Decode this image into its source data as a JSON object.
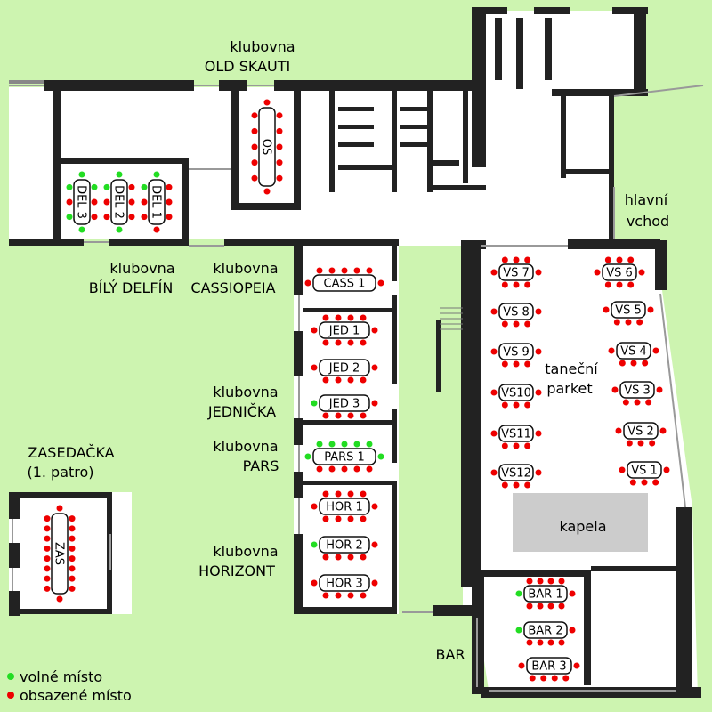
{
  "rooms": {
    "old_skauti": [
      "klubovna",
      "OLD SKAUTI"
    ],
    "bily_delfin": [
      "klubovna",
      "BÍLÝ DELFÍN"
    ],
    "cassiopeia": [
      "klubovna",
      "CASSIOPEIA"
    ],
    "jednicka": [
      "klubovna",
      "JEDNIČKA"
    ],
    "pars": [
      "klubovna",
      "PARS"
    ],
    "horizont": [
      "klubovna",
      "HORIZONT"
    ],
    "zasedacka": [
      "ZASEDAČKA",
      "(1. patro)"
    ],
    "hlavni_vchod": [
      "hlavní",
      "vchod"
    ],
    "tanecni_parket": [
      "taneční",
      "parket"
    ],
    "kapela": "kapela",
    "bar": "BAR"
  },
  "legend": {
    "free": "volné místo",
    "occupied": "obsazené místo",
    "free_color": "#22dd22",
    "occupied_color": "#ee0000"
  },
  "tables": [
    {
      "id": "OS",
      "label": "OS"
    },
    {
      "id": "DEL3",
      "label": "DEL 3"
    },
    {
      "id": "DEL2",
      "label": "DEL 2"
    },
    {
      "id": "DEL1",
      "label": "DEL 1"
    },
    {
      "id": "CASS1",
      "label": "CASS 1"
    },
    {
      "id": "JED1",
      "label": "JED 1"
    },
    {
      "id": "JED2",
      "label": "JED 2"
    },
    {
      "id": "JED3",
      "label": "JED 3"
    },
    {
      "id": "PARS1",
      "label": "PARS 1"
    },
    {
      "id": "HOR1",
      "label": "HOR 1"
    },
    {
      "id": "HOR2",
      "label": "HOR 2"
    },
    {
      "id": "HOR3",
      "label": "HOR 3"
    },
    {
      "id": "VS7",
      "label": "VS 7"
    },
    {
      "id": "VS8",
      "label": "VS 8"
    },
    {
      "id": "VS9",
      "label": "VS 9"
    },
    {
      "id": "VS10",
      "label": "VS10"
    },
    {
      "id": "VS11",
      "label": "VS11"
    },
    {
      "id": "VS12",
      "label": "VS12"
    },
    {
      "id": "VS6",
      "label": "VS 6"
    },
    {
      "id": "VS5",
      "label": "VS 5"
    },
    {
      "id": "VS4",
      "label": "VS 4"
    },
    {
      "id": "VS3",
      "label": "VS 3"
    },
    {
      "id": "VS2",
      "label": "VS 2"
    },
    {
      "id": "VS1",
      "label": "VS 1"
    },
    {
      "id": "BAR1",
      "label": "BAR 1"
    },
    {
      "id": "BAR2",
      "label": "BAR 2"
    },
    {
      "id": "BAR3",
      "label": "BAR 3"
    },
    {
      "id": "ZAS",
      "label": "ZAS"
    }
  ]
}
